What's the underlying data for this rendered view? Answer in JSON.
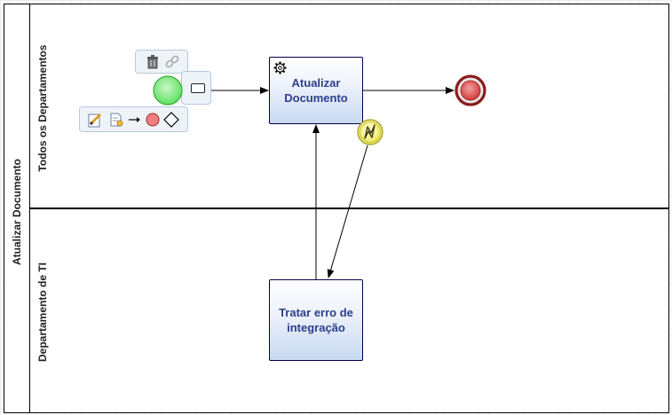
{
  "pool": {
    "label": "Atualizar Documento"
  },
  "lanes": [
    {
      "label": "Todos os Departamentos"
    },
    {
      "label": "Departamento de TI"
    }
  ],
  "tasks": {
    "update": {
      "line1": "Atualizar",
      "line2": "Documento",
      "type": "service-task",
      "icon": "gear-icon"
    },
    "error": {
      "line1": "Tratar erro de",
      "line2": "integração",
      "type": "task"
    }
  },
  "events": {
    "start": {
      "type": "start-event",
      "color": "#5ee05e"
    },
    "end": {
      "type": "end-event",
      "color": "#d64545"
    },
    "boundary": {
      "type": "error-boundary-event",
      "color": "#f3f06a",
      "icon": "lightning-icon"
    }
  },
  "palette": {
    "top": [
      "trash-icon",
      "link-icon"
    ],
    "right": [
      "task-shape-icon"
    ],
    "bottom": [
      "edit-properties-icon",
      "edit-document-icon",
      "arrow-connector-icon",
      "end-event-shape-icon",
      "gateway-shape-icon"
    ]
  },
  "colors": {
    "task_text": "#2c3e8c",
    "task_border": "#000048",
    "lane_border": "#000000"
  }
}
